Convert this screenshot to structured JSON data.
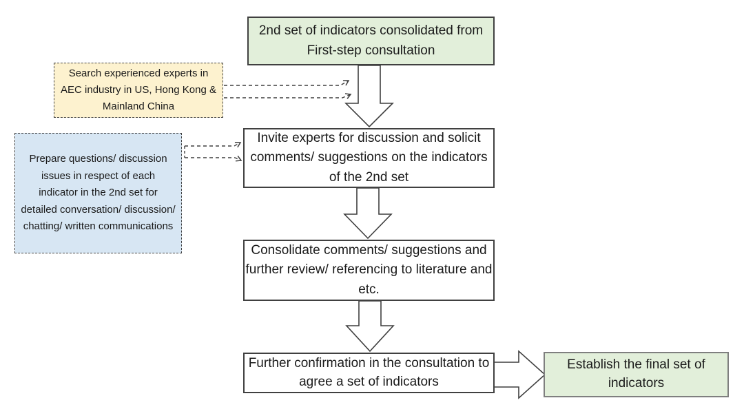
{
  "figure": {
    "type": "flowchart",
    "background": "#ffffff",
    "nodes": {
      "consolidated_set": {
        "text": "2nd set of indicators consolidated from First-step consultation",
        "fill": "#e2efda",
        "border_style": "solid"
      },
      "search_experts_note": {
        "text": "Search experienced experts in AEC industry in US, Hong Kong & Mainland China",
        "fill": "#fdf2cf",
        "border_style": "dashed"
      },
      "prepare_questions_note": {
        "text": "Prepare questions/ discussion issues in respect of each indicator in the 2nd set for detailed conversation/ discussion/ chatting/ written communications",
        "fill": "#d7e6f3",
        "border_style": "dashed"
      },
      "invite_experts": {
        "text": "Invite experts for discussion and solicit comments/ suggestions on the indicators of the 2nd set",
        "fill": "#ffffff",
        "border_style": "solid"
      },
      "consolidate_comments": {
        "text": "Consolidate comments/ suggestions and further review/ referencing to literature and etc.",
        "fill": "#ffffff",
        "border_style": "solid"
      },
      "further_confirmation": {
        "text": "Further confirmation in the consultation to agree a set of indicators",
        "fill": "#ffffff",
        "border_style": "solid"
      },
      "establish_final_set": {
        "text": "Establish the final set of indicators",
        "fill": "#e2efda",
        "border_style": "solid"
      }
    },
    "connectors": [
      {
        "from": "consolidated_set",
        "to": "invite_experts",
        "style": "hollow-block-arrow-down"
      },
      {
        "from": "invite_experts",
        "to": "consolidate_comments",
        "style": "hollow-block-arrow-down"
      },
      {
        "from": "consolidate_comments",
        "to": "further_confirmation",
        "style": "hollow-block-arrow-down"
      },
      {
        "from": "further_confirmation",
        "to": "establish_final_set",
        "style": "hollow-block-arrow-right"
      },
      {
        "from": "search_experts_note",
        "to": "arrow between consolidated_set and invite_experts",
        "style": "dashed-double-arrow"
      },
      {
        "from": "prepare_questions_note",
        "to": "invite_experts",
        "style": "dashed-double-arrow"
      }
    ],
    "colors": {
      "green_fill": "#e2efda",
      "yellow_fill": "#fdf2cf",
      "blue_fill": "#d7e6f3",
      "white_fill": "#ffffff",
      "outline": "#3f3f3f",
      "final_box_border": "#7f7f7f",
      "text": "#1a1a1a"
    }
  }
}
